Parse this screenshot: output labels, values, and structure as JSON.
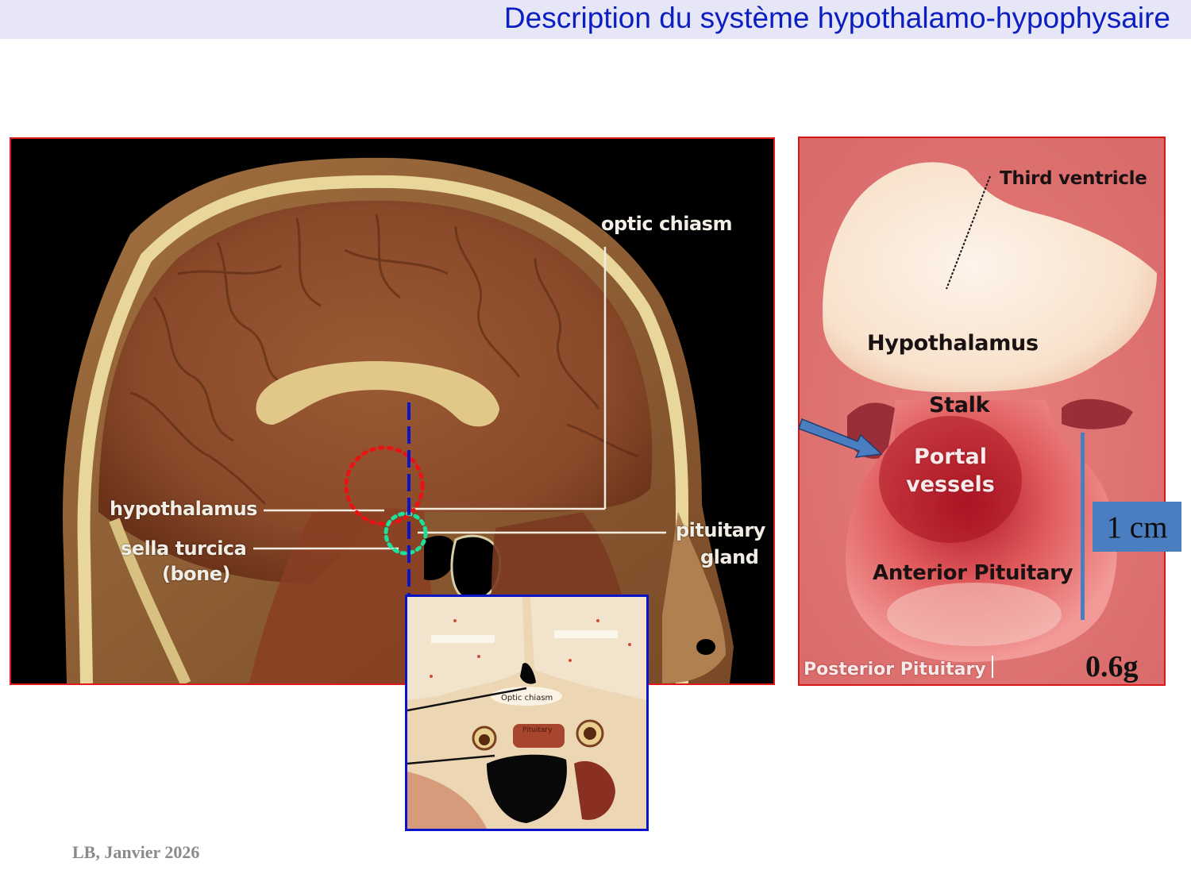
{
  "slide": {
    "title": "Description du système hypothalamo-hypophysaire",
    "footer": "LB, Janvier 2026",
    "colors": {
      "title_text": "#0a1ec2",
      "title_band": "#e6e6f7",
      "frame_red": "#e01818",
      "inset_frame_blue": "#0a14c8",
      "scale_blue": "#4a7ec0",
      "footer_gray": "#8a8a8a",
      "hypothalamus_circle": "#e81414",
      "pituitary_circle": "#1ee09a",
      "section_line": "#0a14c8"
    }
  },
  "sagittal_image": {
    "labels": {
      "optic_chiasm": "optic chiasm",
      "hypothalamus": "hypothalamus",
      "sella_turcica": "sella turcica",
      "sella_turcica_sub": "(bone)",
      "pituitary": "pituitary",
      "pituitary_sub": "gland"
    },
    "annotations": [
      {
        "name": "hypothalamus-region",
        "shape": "dotted-circle",
        "color": "red"
      },
      {
        "name": "pituitary-region",
        "shape": "dotted-circle",
        "color": "green"
      },
      {
        "name": "coronal-section-plane",
        "shape": "dashed-line",
        "color": "blue"
      }
    ]
  },
  "inset_image": {
    "labels": {
      "optic_chiasm": "Optic chiasm",
      "pituitary": "Pituitary"
    }
  },
  "pituitary_photo": {
    "labels": {
      "third_ventricle": "Third ventricle",
      "hypothalamus": "Hypothalamus",
      "stalk": "Stalk",
      "portal_line1": "Portal",
      "portal_line2": "vessels",
      "anterior_pituitary": "Anterior Pituitary",
      "posterior_pituitary": "Posterior Pituitary"
    },
    "scale_label": "1 cm",
    "mass_label": "0.6g"
  }
}
